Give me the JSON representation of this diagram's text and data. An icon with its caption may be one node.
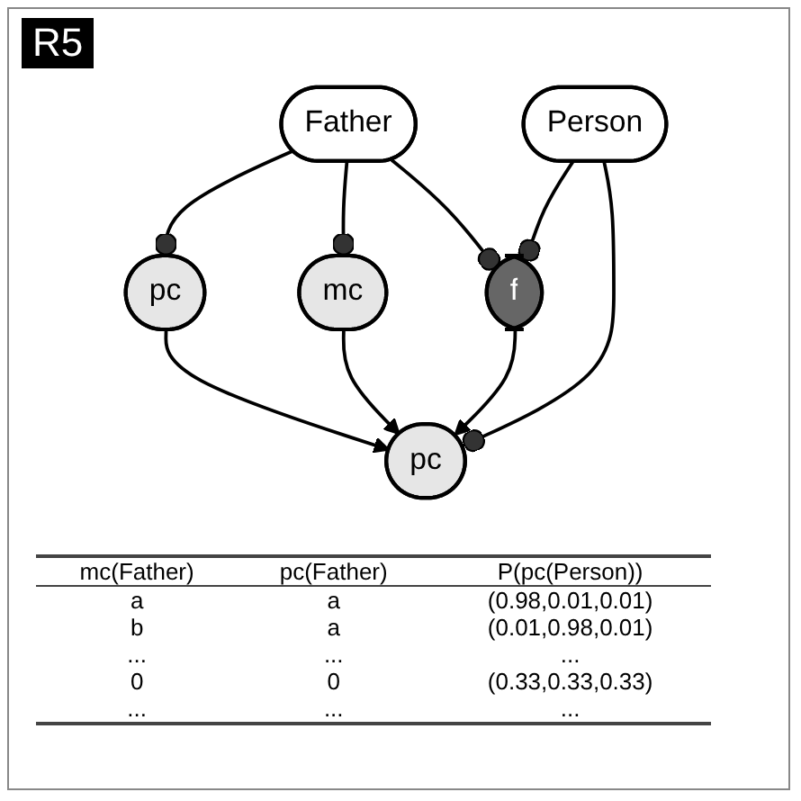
{
  "diagram": {
    "title": "R5",
    "nodes": [
      {
        "text": [
          "Father"
        ]
      },
      {
        "text": [
          "pc"
        ]
      },
      {
        "text": [
          "mc"
        ]
      },
      {
        "text": [
          "Person"
        ]
      },
      {
        "text": [
          "f"
        ]
      },
      {
        "text": [
          "pc"
        ]
      }
    ],
    "edges": [
      {
        "from": 0,
        "to": 1,
        "arrow": "other"
      },
      {
        "from": 0,
        "to": 2,
        "arrow": "other"
      },
      {
        "from": 0,
        "to": 4,
        "arrow": "other"
      },
      {
        "from": 3,
        "to": 4,
        "arrow": "other"
      },
      {
        "from": 3,
        "to": 5,
        "arrow": "other"
      },
      {
        "from": 2,
        "to": 5,
        "arrow": "to"
      },
      {
        "from": 1,
        "to": 5,
        "arrow": "to"
      },
      {
        "from": 4,
        "to": 5,
        "arrow": "to"
      }
    ],
    "labels": [
      "mc(Father)",
      "pc(Father)",
      "P(pc(Person))",
      "a",
      "a",
      "(0.98,0.01,0.01)",
      "b",
      "a",
      "(0.01,0.98,0.01)",
      "...",
      "...",
      "...",
      "0",
      "0",
      "(0.33,0.33,0.33)",
      "...",
      "...",
      "..."
    ]
  }
}
